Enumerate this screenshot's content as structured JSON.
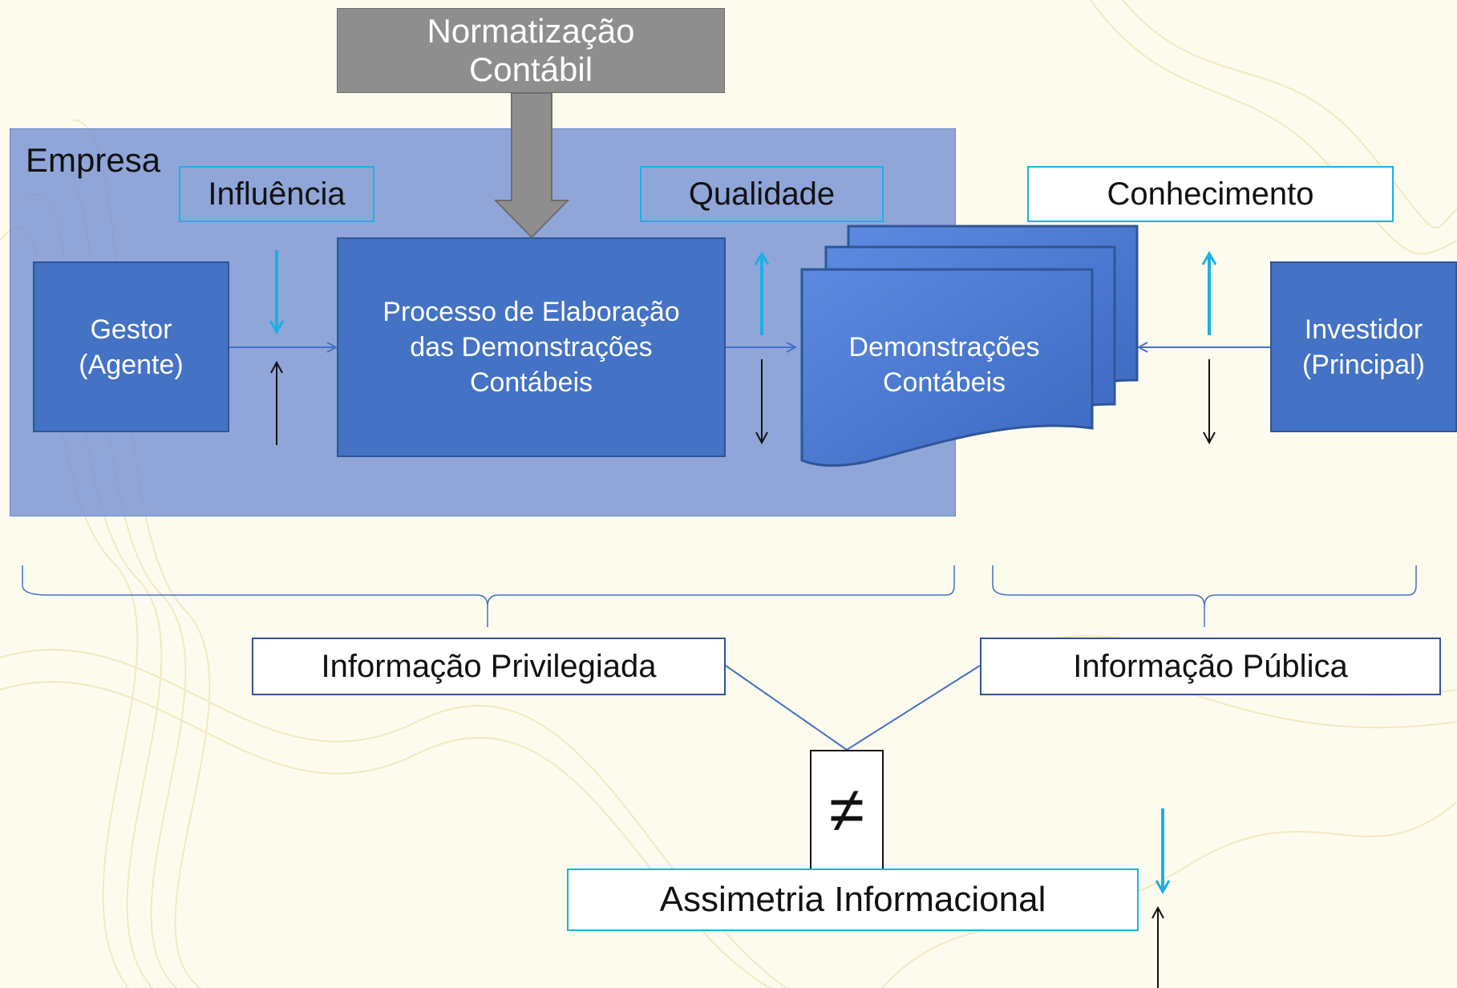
{
  "title_box": {
    "line1": "Normatização",
    "line2": "Contábil"
  },
  "group": {
    "label": "Empresa"
  },
  "tags": {
    "influence": "Influência",
    "quality": "Qualidade",
    "knowledge": "Conhecimento"
  },
  "nodes": {
    "manager": {
      "line1": "Gestor",
      "line2": "(Agente)"
    },
    "process": {
      "line1": "Processo de Elaboração",
      "line2": "das Demonstrações",
      "line3": "Contábeis"
    },
    "statements": {
      "line1": "Demonstrações",
      "line2": "Contábeis"
    },
    "investor": {
      "line1": "Investidor",
      "line2": "(Principal)"
    }
  },
  "info": {
    "privileged": "Informação Privilegiada",
    "public": "Informação Pública",
    "not_equal": "≠",
    "asymmetry": "Assimetria Informacional"
  },
  "colors": {
    "box_fill": "#4472c4",
    "group_fill": "#7892d4",
    "accent_cyan": "#1ab0e6",
    "title_gray": "#8e8e8e"
  }
}
